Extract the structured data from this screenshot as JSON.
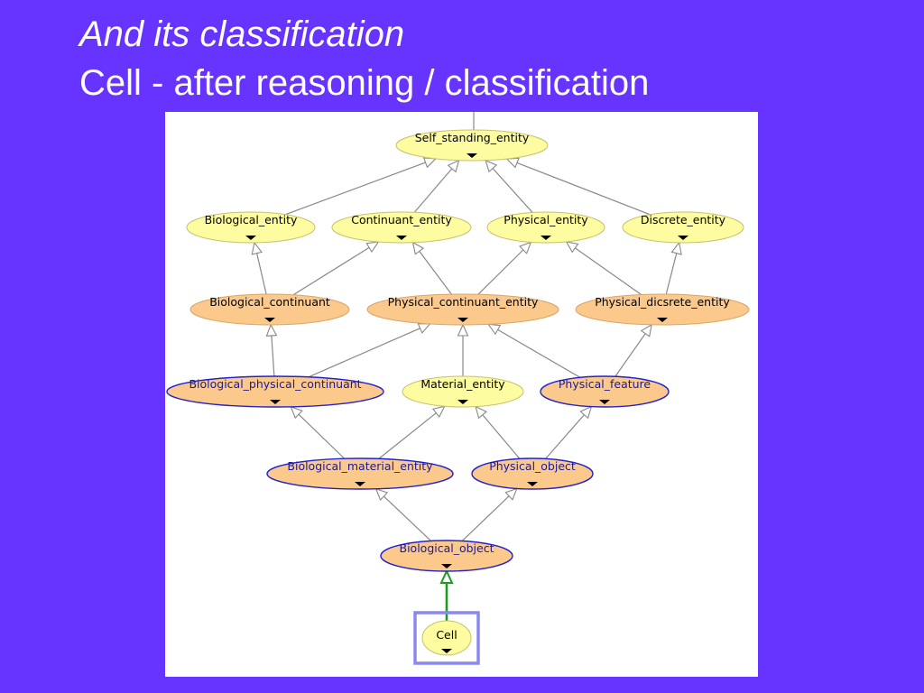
{
  "slide": {
    "heading_italic": "And its classification",
    "heading": "Cell - after reasoning / classification"
  },
  "graph": {
    "colors": {
      "background": "#6633ff",
      "defined_fill": "#fdfca0",
      "primitive_fill": "#fcc98d",
      "inferred_stroke": "#2222cc",
      "edge": "#888888",
      "highlight_edge": "#1f9a1f",
      "selection_box": "#8888ee"
    },
    "nodes": [
      {
        "id": "self_standing_entity",
        "label": "Self_standing_entity",
        "kind": "defined"
      },
      {
        "id": "biological_entity",
        "label": "Biological_entity",
        "kind": "defined"
      },
      {
        "id": "continuant_entity",
        "label": "Continuant_entity",
        "kind": "defined"
      },
      {
        "id": "physical_entity",
        "label": "Physical_entity",
        "kind": "defined"
      },
      {
        "id": "discrete_entity",
        "label": "Discrete_entity",
        "kind": "defined"
      },
      {
        "id": "biological_continuant",
        "label": "Biological_continuant",
        "kind": "primitive"
      },
      {
        "id": "physical_continuant_entity",
        "label": "Physical_continuant_entity",
        "kind": "primitive"
      },
      {
        "id": "physical_dicsrete_entity",
        "label": "Physical_dicsrete_entity",
        "kind": "primitive"
      },
      {
        "id": "biological_physical_continuant",
        "label": "Biological_physical_continuant",
        "kind": "inferred"
      },
      {
        "id": "material_entity",
        "label": "Material_entity",
        "kind": "defined"
      },
      {
        "id": "physical_feature",
        "label": "Physical_feature",
        "kind": "inferred"
      },
      {
        "id": "biological_material_entity",
        "label": "Biological_material_entity",
        "kind": "inferred"
      },
      {
        "id": "physical_object",
        "label": "Physical_object",
        "kind": "inferred"
      },
      {
        "id": "biological_object",
        "label": "Biological_object",
        "kind": "inferred"
      },
      {
        "id": "cell",
        "label": "Cell",
        "kind": "defined",
        "selected": true
      }
    ],
    "edges": [
      {
        "from": "biological_entity",
        "to": "self_standing_entity"
      },
      {
        "from": "continuant_entity",
        "to": "self_standing_entity"
      },
      {
        "from": "physical_entity",
        "to": "self_standing_entity"
      },
      {
        "from": "discrete_entity",
        "to": "self_standing_entity"
      },
      {
        "from": "biological_continuant",
        "to": "biological_entity"
      },
      {
        "from": "physical_continuant_entity",
        "to": "continuant_entity"
      },
      {
        "from": "biological_continuant",
        "to": "continuant_entity"
      },
      {
        "from": "physical_continuant_entity",
        "to": "physical_entity"
      },
      {
        "from": "physical_dicsrete_entity",
        "to": "physical_entity"
      },
      {
        "from": "physical_dicsrete_entity",
        "to": "discrete_entity"
      },
      {
        "from": "biological_physical_continuant",
        "to": "biological_continuant"
      },
      {
        "from": "biological_physical_continuant",
        "to": "physical_continuant_entity"
      },
      {
        "from": "material_entity",
        "to": "physical_continuant_entity"
      },
      {
        "from": "physical_feature",
        "to": "physical_continuant_entity"
      },
      {
        "from": "physical_feature",
        "to": "physical_dicsrete_entity"
      },
      {
        "from": "biological_material_entity",
        "to": "biological_physical_continuant"
      },
      {
        "from": "biological_material_entity",
        "to": "material_entity"
      },
      {
        "from": "physical_object",
        "to": "material_entity"
      },
      {
        "from": "physical_object",
        "to": "physical_feature"
      },
      {
        "from": "biological_object",
        "to": "biological_material_entity"
      },
      {
        "from": "biological_object",
        "to": "physical_object"
      },
      {
        "from": "cell",
        "to": "biological_object",
        "highlight": true
      }
    ]
  }
}
